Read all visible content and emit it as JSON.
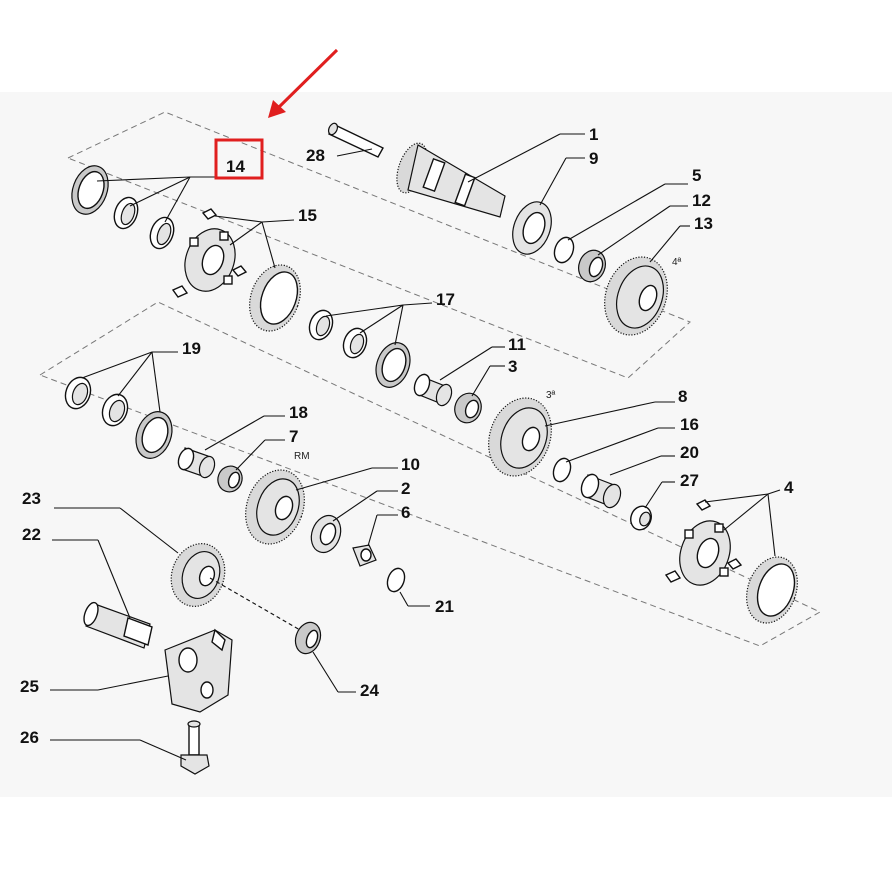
{
  "colors": {
    "highlight": "#e01f1f",
    "ink": "#111111",
    "background": "#f7f7f7"
  },
  "callouts": {
    "c1": "1",
    "c2": "2",
    "c3": "3",
    "c4": "4",
    "c5": "5",
    "c6": "6",
    "c7": "7",
    "c8": "8",
    "c9": "9",
    "c10": "10",
    "c11": "11",
    "c12": "12",
    "c13": "13",
    "c14": "14",
    "c15": "15",
    "c16": "16",
    "c17": "17",
    "c18": "18",
    "c19": "19",
    "c20": "20",
    "c21": "21",
    "c22": "22",
    "c23": "23",
    "c24": "24",
    "c25": "25",
    "c26": "26",
    "c27": "27",
    "c28": "28"
  },
  "gear_marks": {
    "fourth": "4ª",
    "third": "3ª",
    "reverse": "RM"
  }
}
